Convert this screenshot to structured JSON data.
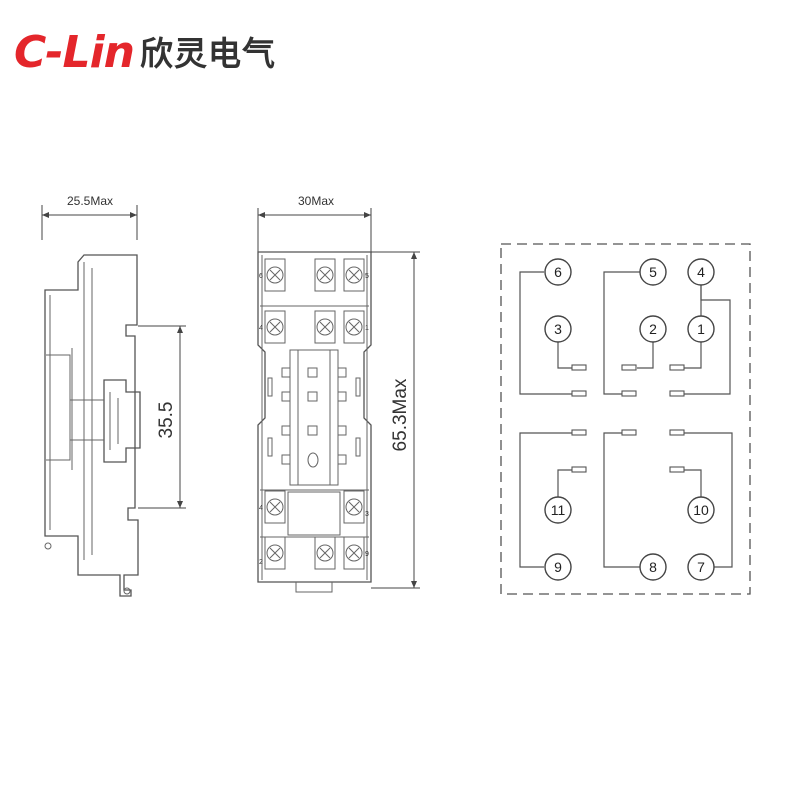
{
  "brand": {
    "logo_text": "C-Lin",
    "logo_color": "#e4262b",
    "company_name": "欣灵电气"
  },
  "side_view": {
    "width_label": "25.5Max",
    "height_label": "35.5"
  },
  "front_view": {
    "width_label": "30Max",
    "height_label": "65.3Max",
    "terminal_marks": [
      "6",
      "4",
      "5",
      "1",
      "4",
      "3",
      "2",
      "9"
    ]
  },
  "wiring_diagram": {
    "pins": [
      "1",
      "2",
      "3",
      "4",
      "5",
      "6",
      "7",
      "8",
      "9",
      "10",
      "11"
    ]
  },
  "colors": {
    "line": "#555555",
    "text": "#333333"
  }
}
